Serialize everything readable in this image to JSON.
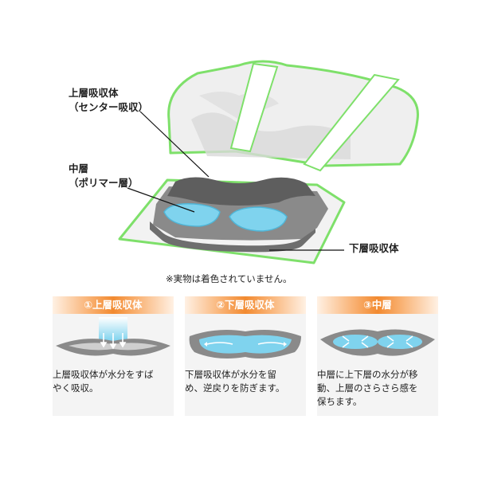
{
  "callouts": {
    "top": {
      "line1": "上層吸収体",
      "line2": "（センター吸収）"
    },
    "middle": {
      "line1": "中層",
      "line2": "（ポリマー層）"
    },
    "bottom": {
      "line1": "下層吸収体"
    }
  },
  "note": "※実物は着色されていません。",
  "panels": [
    {
      "title": "①上層吸収体",
      "line1": "上層吸収体が水分をすば",
      "line2": "やく吸収。"
    },
    {
      "title": "②下層吸収体",
      "line1": "下層吸収体が水分を留",
      "line2": "め、逆戻りを防ぎます。"
    },
    {
      "title": "③中層",
      "line1": "中層に上下層の水分が移",
      "line2": "動、上層のさらさら感を",
      "line3": "保ちます。"
    }
  ],
  "colors": {
    "outline_green": "#7ee06a",
    "header_orange": "#f28a30",
    "water_blue": "#7fd3ee",
    "layer_gray": "#8a8a8a"
  }
}
